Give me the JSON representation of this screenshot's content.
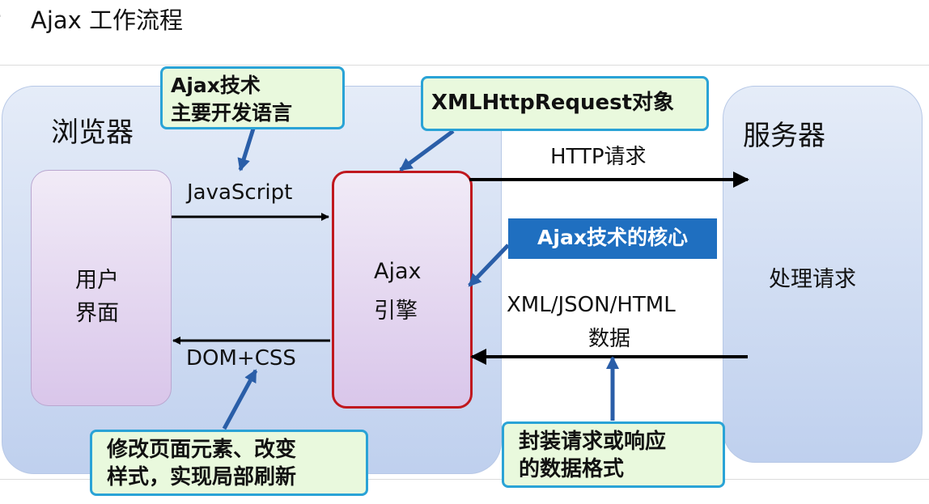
{
  "page": {
    "heading": "Ajax 工作流程",
    "bullet": "·"
  },
  "diagram": {
    "browser_label": "浏览器",
    "server_label": "服务器",
    "user_interface": [
      "用户",
      "界面"
    ],
    "ajax_engine": [
      "Ajax",
      "引擎"
    ],
    "server_process": "处理请求",
    "javascript_label": "JavaScript",
    "domcss_label": "DOM+CSS",
    "http_request_label": "HTTP请求",
    "response_label": [
      "XML/JSON/HTML",
      "数据"
    ],
    "callouts": {
      "tech_language": [
        "Ajax技术",
        "主要开发语言"
      ],
      "xhr_object": "XMLHttpRequest对象",
      "core": "Ajax技术的核心",
      "dom_update": [
        "修改页面元素、改变",
        "样式，实现局部刷新"
      ],
      "encapsulate": [
        "封装请求或响应",
        "的数据格式"
      ]
    },
    "colors": {
      "panel_blue": "#c9d7f0",
      "engine_purple": "#e4d7f0",
      "highlight_border": "#c0181e",
      "callout_border": "#2aa3d6",
      "callout_fill": "#e9f9dd",
      "core_fill": "#1f6fc0",
      "pointer_arrow": "#2a5ea8"
    }
  }
}
